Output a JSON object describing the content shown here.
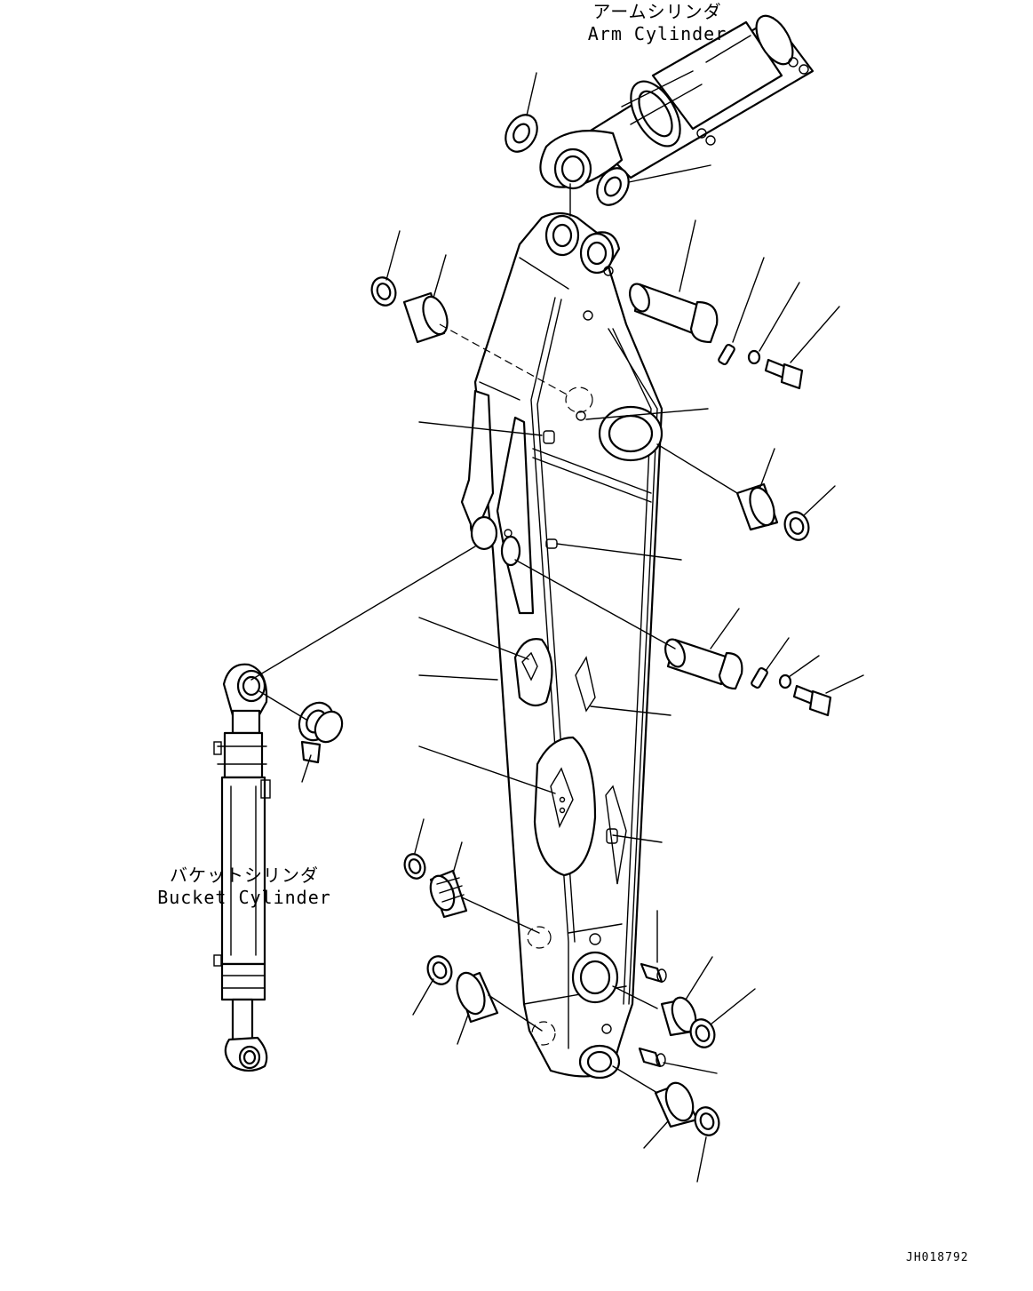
{
  "labels": {
    "arm_cylinder_jp": "アームシリンダ",
    "arm_cylinder_en": "Arm Cylinder",
    "bucket_cylinder_jp": "バケットシリンダ",
    "bucket_cylinder_en": "Bucket Cylinder"
  },
  "drawing_code": "JH018792"
}
